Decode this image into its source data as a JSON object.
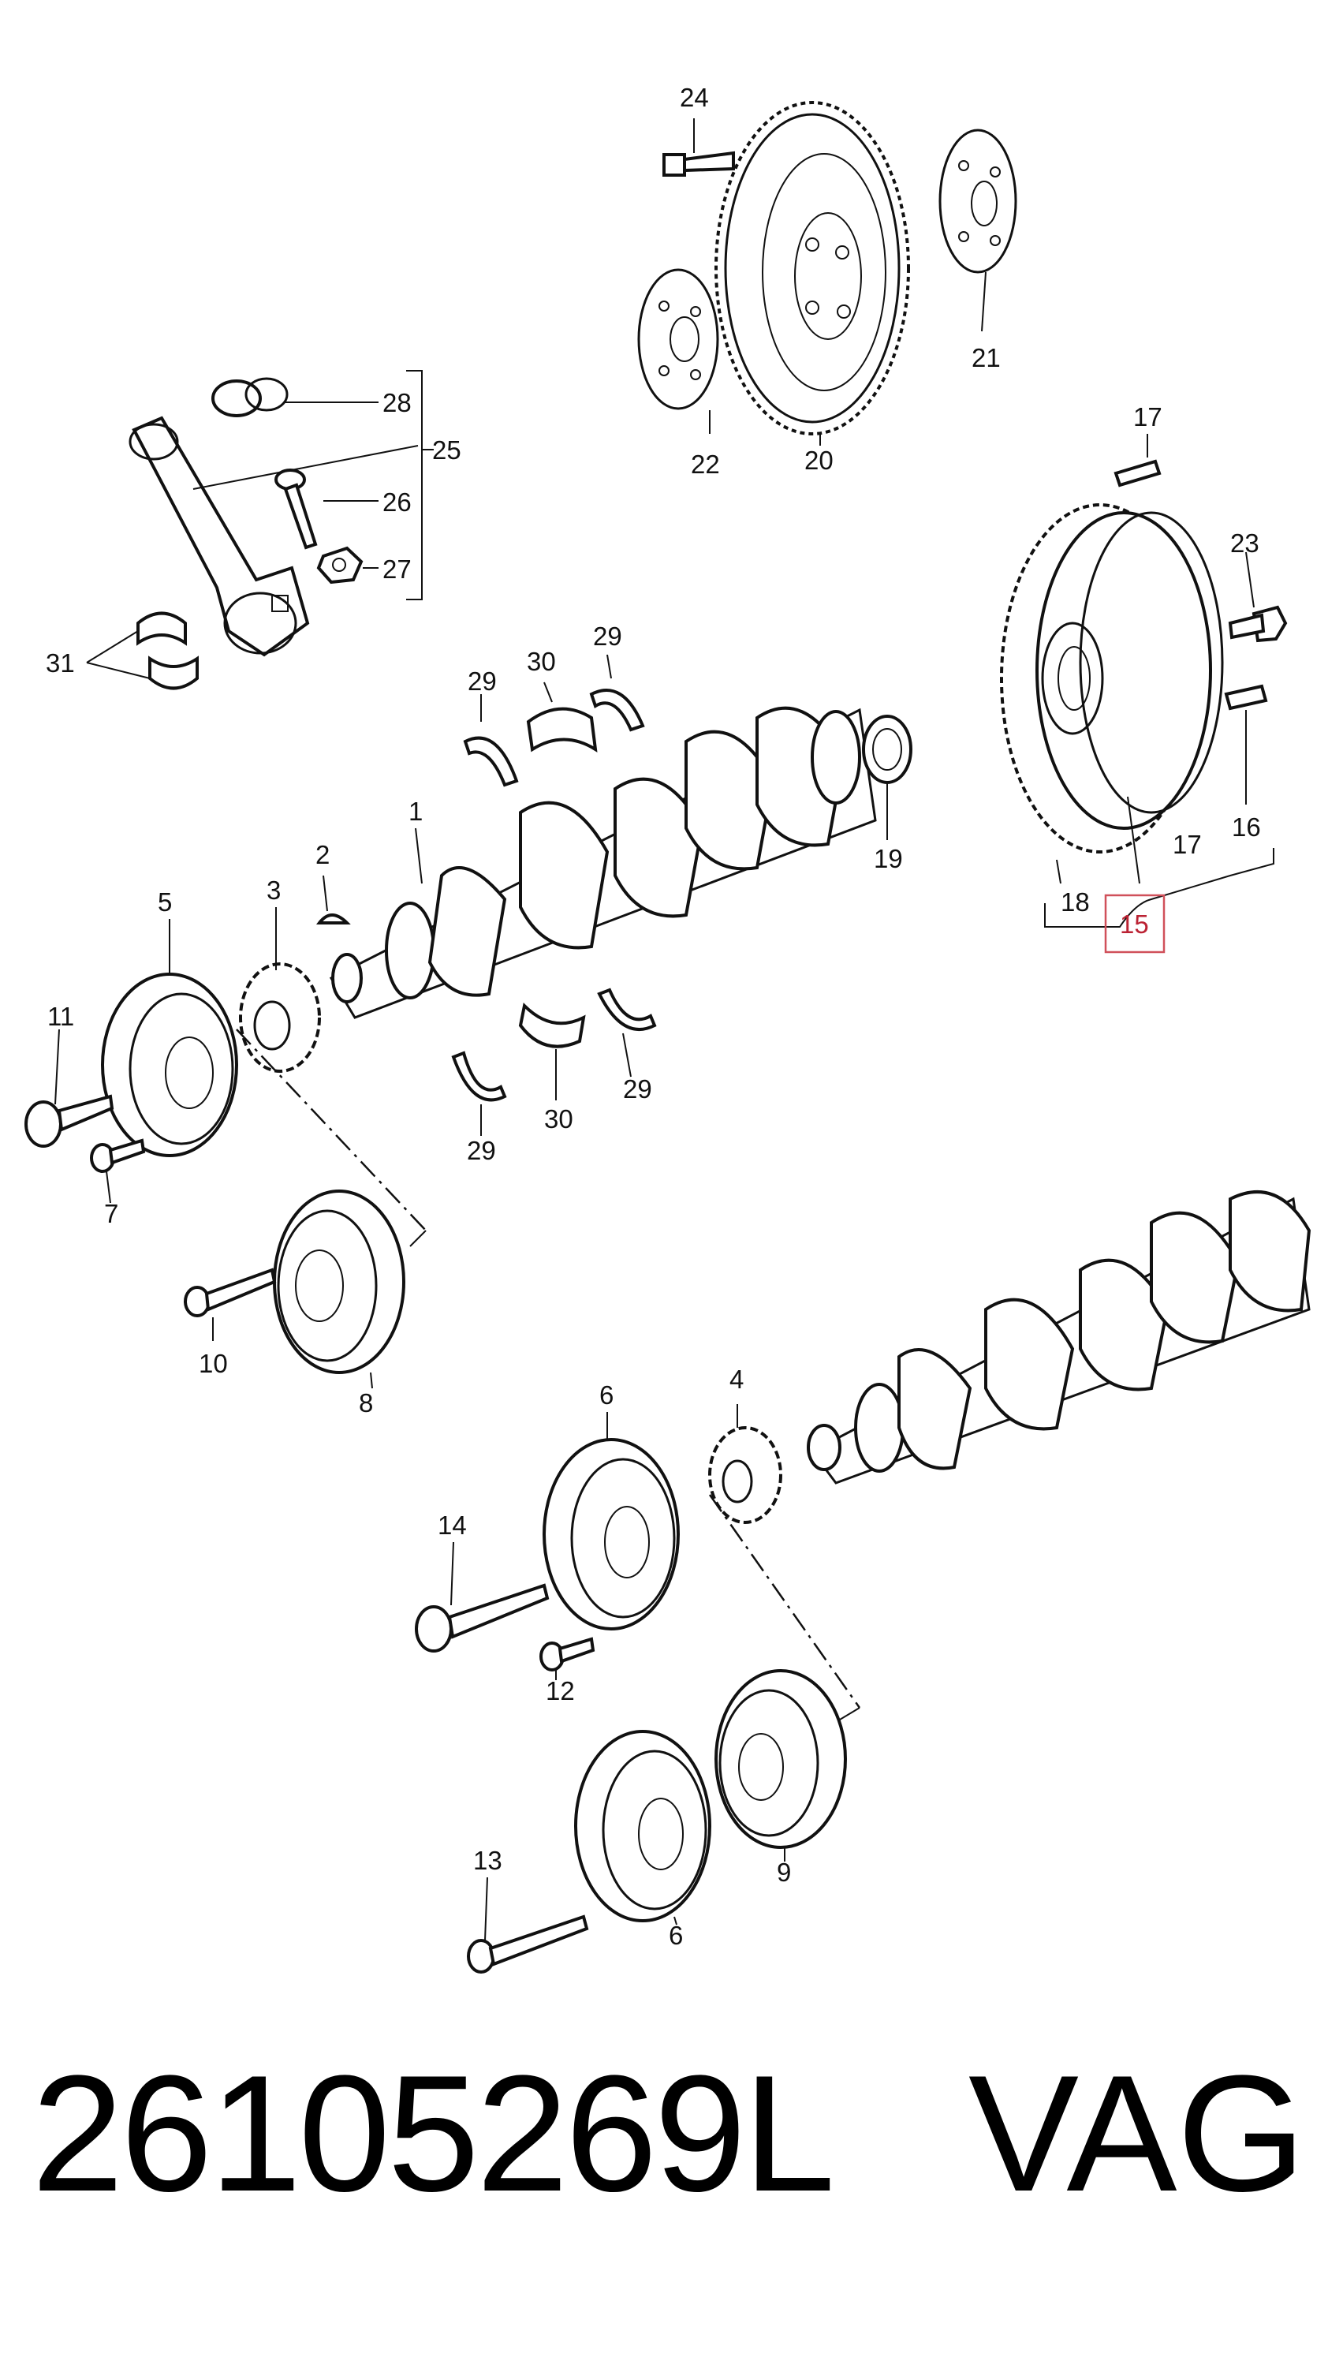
{
  "labels": {
    "l1": "1",
    "l2": "2",
    "l3": "3",
    "l4": "4",
    "l5": "5",
    "l6a": "6",
    "l6b": "6",
    "l7": "7",
    "l8": "8",
    "l9": "9",
    "l10": "10",
    "l11": "11",
    "l12": "12",
    "l13": "13",
    "l14": "14",
    "l15": "15",
    "l16": "16",
    "l17a": "17",
    "l17b": "17",
    "l18": "18",
    "l19": "19",
    "l20": "20",
    "l21": "21",
    "l22": "22",
    "l23": "23",
    "l24": "24",
    "l25": "25",
    "l26": "26",
    "l27": "27",
    "l28": "28",
    "l29a": "29",
    "l29b": "29",
    "l29c": "29",
    "l29d": "29",
    "l30a": "30",
    "l30b": "30",
    "l31": "31"
  },
  "highlight_color": "#d0505a",
  "footer": {
    "part_number": "26105269L",
    "brand": "VAG"
  }
}
